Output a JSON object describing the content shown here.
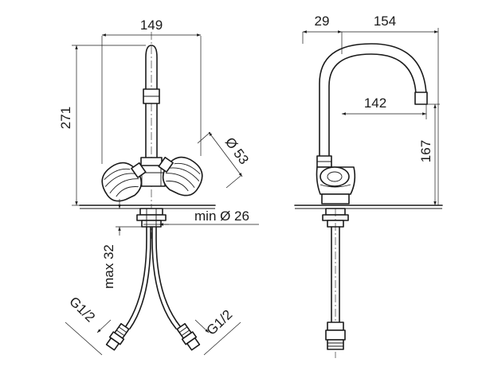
{
  "front_view": {
    "width_dim": "149",
    "height_dim": "271",
    "handle_dia_dim": "Ø 53",
    "hole_dia_dim": "min Ø 26",
    "thread_length_dim": "max 32",
    "left_connection_dim": "G1/2",
    "right_connection_dim": "G1/2"
  },
  "side_view": {
    "offset_dim": "29",
    "reach_dim": "154",
    "inner_reach_dim": "142",
    "spout_height_dim": "167"
  }
}
